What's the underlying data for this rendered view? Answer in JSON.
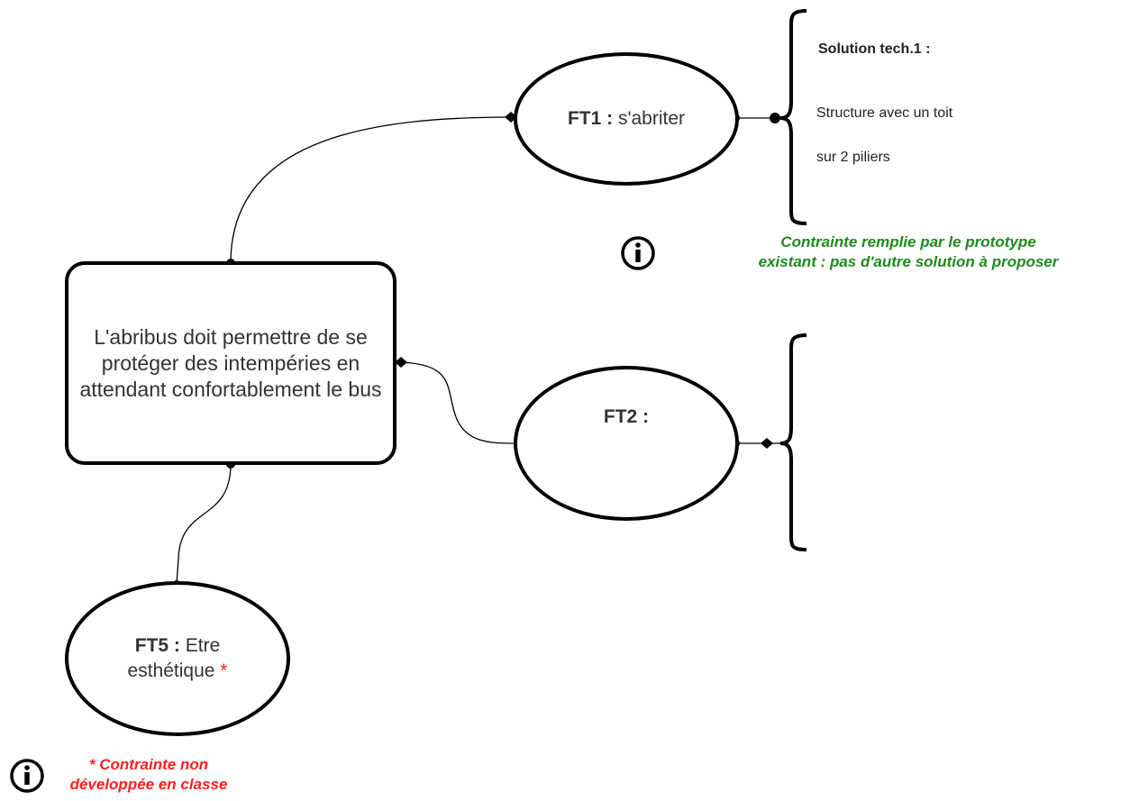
{
  "main_node": {
    "text": "L'abribus doit permettre de se protéger des intempéries en attendant confortablement le bus"
  },
  "ft1": {
    "label": "FT1 :",
    "text": "s'abriter"
  },
  "ft2": {
    "label": "FT2 :"
  },
  "ft5": {
    "label": "FT5 :",
    "text": "Etre esthétique",
    "star": "*"
  },
  "solution": {
    "title": "Solution tech.1 :",
    "line1": "Structure avec un toit",
    "line2": "sur 2 piliers"
  },
  "note_green": {
    "line1": "Contrainte remplie par le prototype",
    "line2": "existant : pas d'autre solution à proposer",
    "color": "#1e8a1e"
  },
  "note_red": {
    "line1": "* Contrainte non",
    "line2": "développée en classe",
    "color": "#ff2020"
  },
  "icons": [
    "info-icon",
    "info-icon"
  ]
}
